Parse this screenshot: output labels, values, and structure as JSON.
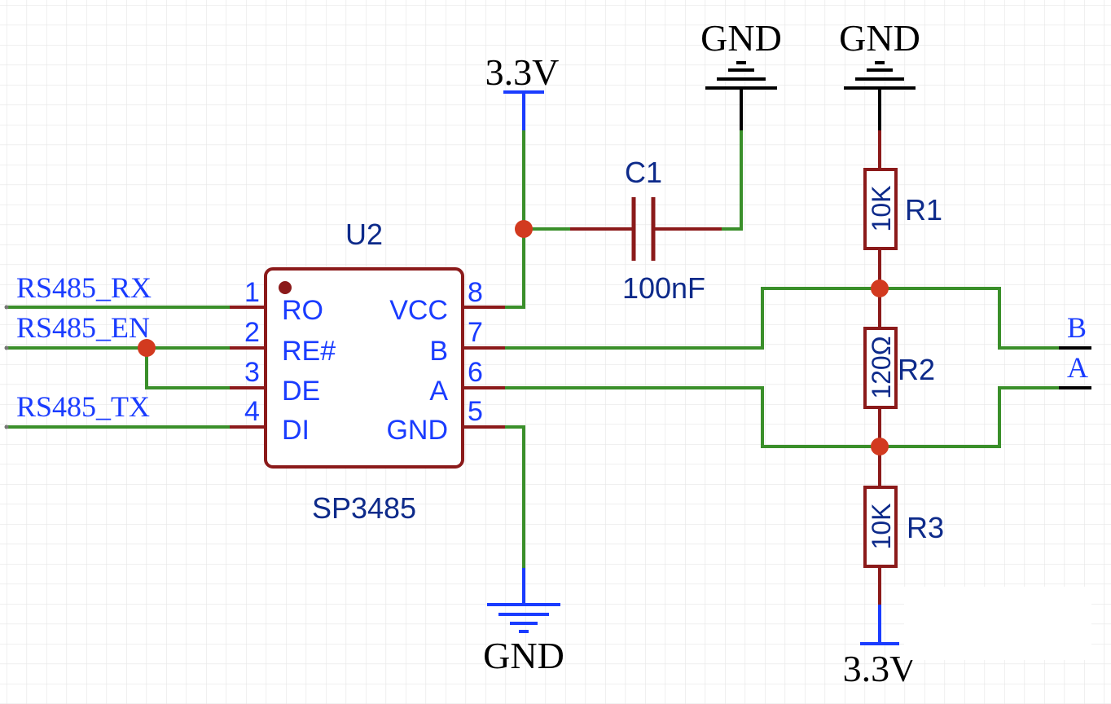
{
  "colors": {
    "grid": "#e6e6e6",
    "wire": "#3a8f2a",
    "pin": "#8b1a1a",
    "body": "#8b1a1a",
    "junction": "#d23a1f",
    "net_text": "#1a3cff",
    "part_text": "#0d2a8a",
    "power_text": "#000000",
    "gnd_line": "#1a3cff"
  },
  "power": {
    "vcc_top": "3.3V",
    "gnd_c1": "GND",
    "gnd_r1": "GND",
    "gnd_u2": "GND",
    "vcc_bottom": "3.3V"
  },
  "nets": {
    "rx": "RS485_RX",
    "en": "RS485_EN",
    "tx": "RS485_TX",
    "b": "B",
    "a": "A"
  },
  "u2": {
    "designator": "U2",
    "part": "SP3485",
    "pins": [
      {
        "num": "1",
        "name": "RO"
      },
      {
        "num": "2",
        "name": "RE#"
      },
      {
        "num": "3",
        "name": "DE"
      },
      {
        "num": "4",
        "name": "DI"
      },
      {
        "num": "8",
        "name": "VCC"
      },
      {
        "num": "7",
        "name": "B"
      },
      {
        "num": "6",
        "name": "A"
      },
      {
        "num": "5",
        "name": "GND"
      }
    ]
  },
  "c1": {
    "designator": "C1",
    "value": "100nF"
  },
  "r1": {
    "designator": "R1",
    "value": "10K"
  },
  "r2": {
    "designator": "R2",
    "value": "120Ω"
  },
  "r3": {
    "designator": "R3",
    "value": "10K"
  }
}
